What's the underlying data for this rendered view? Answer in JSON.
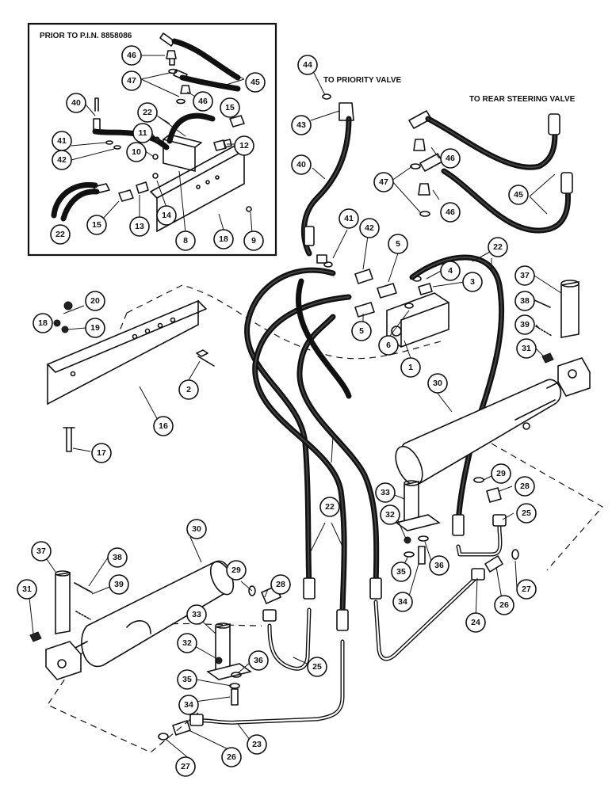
{
  "labels": {
    "inset_title": "PRIOR TO P.I.N. 8858086",
    "priority": "TO PRIORITY VALVE",
    "rear_steering": "TO REAR STEERING VALVE"
  },
  "callouts": {
    "c1": "1",
    "c2": "2",
    "c3": "3",
    "c4": "4",
    "c5a": "5",
    "c5b": "5",
    "c6": "6",
    "c16": "16",
    "c17": "17",
    "c18": "18",
    "c19": "19",
    "c20": "20",
    "c22a": "22",
    "c22b": "22",
    "c22c": "22",
    "c22d": "22",
    "c23": "23",
    "c24": "24",
    "c25a": "25",
    "c25b": "25",
    "c26a": "26",
    "c26b": "26",
    "c27a": "27",
    "c27b": "27",
    "c28a": "28",
    "c28b": "28",
    "c29a": "29",
    "c29b": "29",
    "c30a": "30",
    "c30b": "30",
    "c31a": "31",
    "c31b": "31",
    "c32a": "32",
    "c32b": "32",
    "c33a": "33",
    "c33b": "33",
    "c34a": "34",
    "c34b": "34",
    "c35a": "35",
    "c35b": "35",
    "c36a": "36",
    "c36b": "36",
    "c37a": "37",
    "c37b": "37",
    "c38a": "38",
    "c38b": "38",
    "c39a": "39",
    "c39b": "39",
    "c40a": "40",
    "c40b": "40",
    "c41a": "41",
    "c41b": "41",
    "c42a": "42",
    "c42b": "42",
    "c43": "43",
    "c44": "44",
    "c45a": "45",
    "c45b": "45",
    "c46a": "46",
    "c46b": "46",
    "c46c": "46",
    "c46d": "46",
    "c47a": "47",
    "c47b": "47",
    "c8": "8",
    "c9": "9",
    "c10": "10",
    "c11": "11",
    "c12": "12",
    "c13": "13",
    "c14": "14",
    "c15a": "15",
    "c15b": "15",
    "c18b": "18"
  }
}
